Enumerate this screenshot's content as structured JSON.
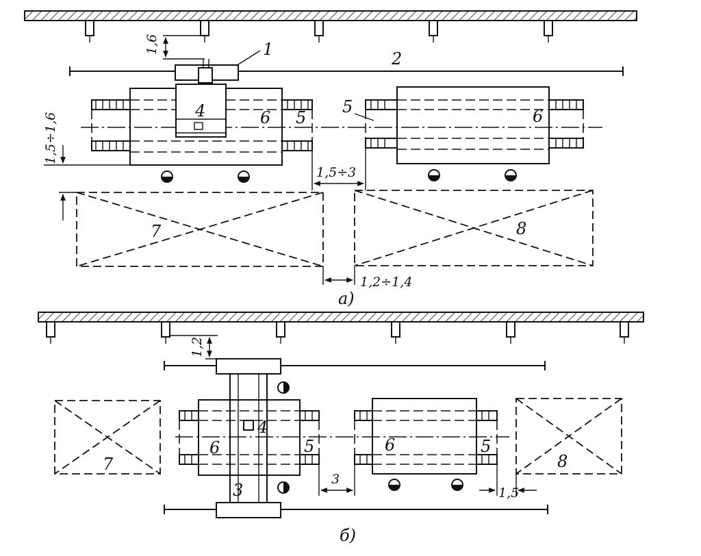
{
  "diagram_a": {
    "caption": "а)",
    "labels": {
      "n1": "1",
      "n2": "2",
      "n4": "4",
      "n5_left": "5",
      "n5_right": "5",
      "n6_left": "6",
      "n6_right": "6",
      "n7": "7",
      "n8": "8"
    },
    "dimensions": {
      "column_gap": "1,6",
      "side_gap": "1,5÷1,6",
      "between_machines": "1,5÷3",
      "between_areas": "1,2÷1,4"
    }
  },
  "diagram_b": {
    "caption": "б)",
    "labels": {
      "n3": "3",
      "n4": "4",
      "n5_left": "5",
      "n5_right": "5",
      "n6_left": "6",
      "n6_right": "6",
      "n7": "7",
      "n8": "8"
    },
    "dimensions": {
      "column_gap": "1,2",
      "between_machines": "3",
      "end_gap": "1,5"
    }
  },
  "colors": {
    "ink": "#111111",
    "paper": "#ffffff"
  }
}
